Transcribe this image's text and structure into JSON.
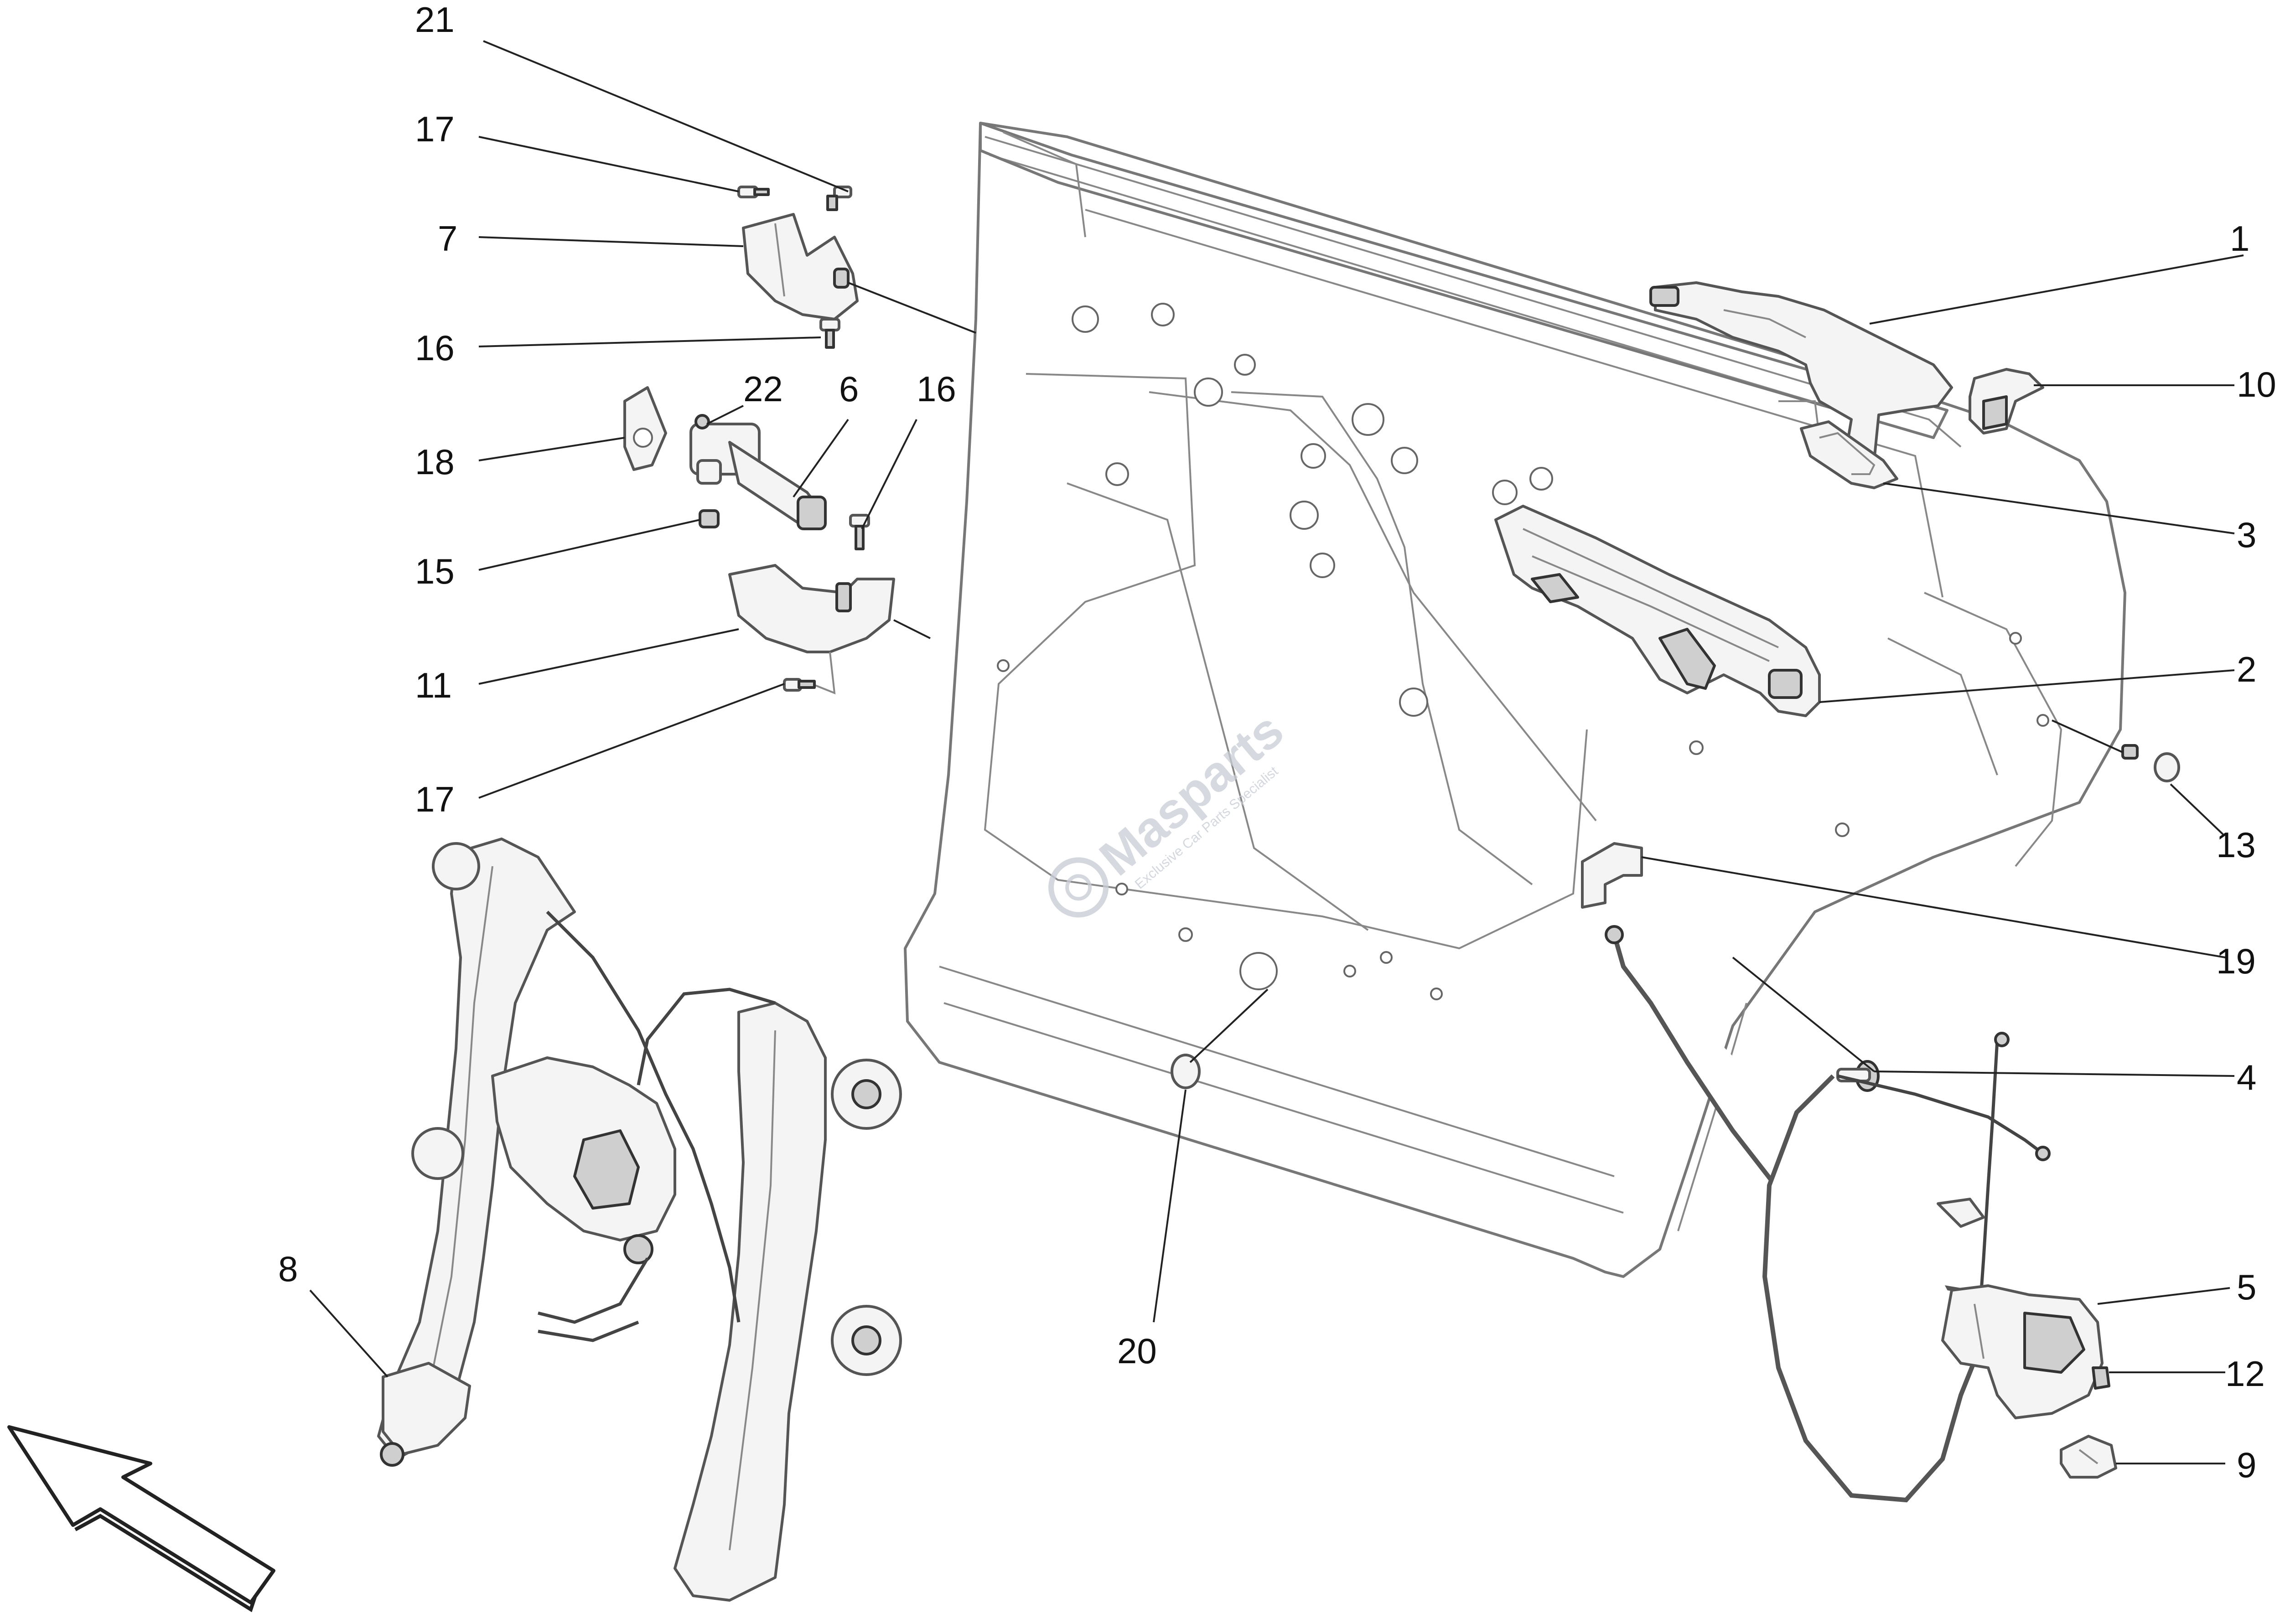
{
  "diagram": {
    "callouts": [
      {
        "id": "c21",
        "label": "21"
      },
      {
        "id": "c17a",
        "label": "17"
      },
      {
        "id": "c7",
        "label": "7"
      },
      {
        "id": "c16a",
        "label": "16"
      },
      {
        "id": "c22",
        "label": "22"
      },
      {
        "id": "c6",
        "label": "6"
      },
      {
        "id": "c16b",
        "label": "16"
      },
      {
        "id": "c18",
        "label": "18"
      },
      {
        "id": "c15",
        "label": "15"
      },
      {
        "id": "c11",
        "label": "11"
      },
      {
        "id": "c17b",
        "label": "17"
      },
      {
        "id": "c8",
        "label": "8"
      },
      {
        "id": "c20",
        "label": "20"
      },
      {
        "id": "c1",
        "label": "1"
      },
      {
        "id": "c10",
        "label": "10"
      },
      {
        "id": "c3",
        "label": "3"
      },
      {
        "id": "c2",
        "label": "2"
      },
      {
        "id": "c13",
        "label": "13"
      },
      {
        "id": "c19",
        "label": "19"
      },
      {
        "id": "c4",
        "label": "4"
      },
      {
        "id": "c5",
        "label": "5"
      },
      {
        "id": "c12",
        "label": "12"
      },
      {
        "id": "c9",
        "label": "9"
      }
    ]
  },
  "watermark": {
    "brand": "Masparts",
    "tagline": "Exclusive Car Parts Specialist",
    "color": "#c9ced6",
    "accent": "#e04040"
  },
  "icons": {
    "direction_arrow": "front-direction-arrow-icon"
  }
}
